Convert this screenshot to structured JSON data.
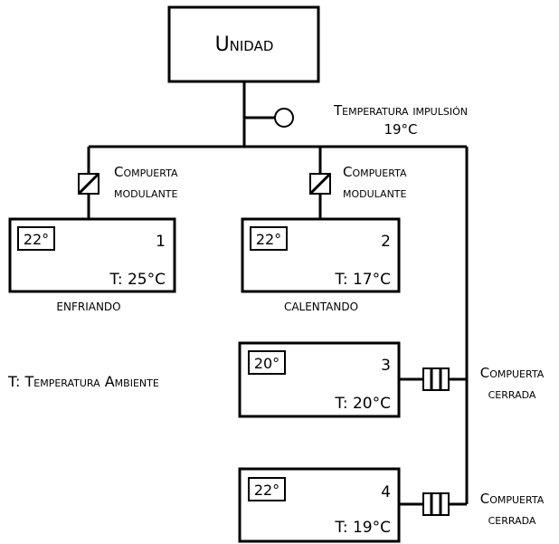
{
  "unit": {
    "label": "Unidad"
  },
  "supply": {
    "label": "Temperatura impulsión",
    "value": "19°C"
  },
  "dampers": {
    "modulating_label_1": "Compuerta",
    "modulating_label_2": "modulante",
    "closed_label_1": "Compuerta",
    "closed_label_2": "cerrada"
  },
  "legend": "T: Temperatura Ambiente",
  "zones": [
    {
      "number": "1",
      "setpoint": "22°",
      "temp": "T: 25°C",
      "status": "ENFRIANDO"
    },
    {
      "number": "2",
      "setpoint": "22°",
      "temp": "T: 17°C",
      "status": "CALENTANDO"
    },
    {
      "number": "3",
      "setpoint": "20°",
      "temp": "T: 20°C",
      "status": ""
    },
    {
      "number": "4",
      "setpoint": "22°",
      "temp": "T: 19°C",
      "status": ""
    }
  ]
}
